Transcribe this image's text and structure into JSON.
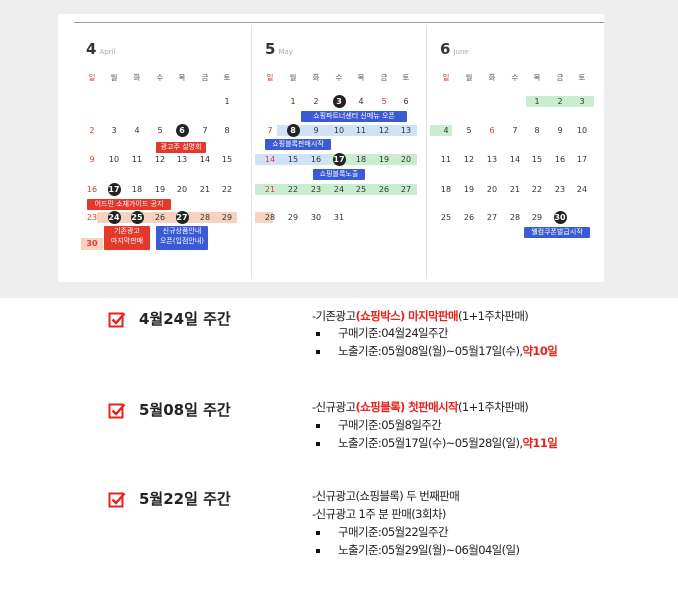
{
  "calendar": {
    "april": {
      "num": "4",
      "name": "April",
      "weekdays": [
        "일",
        "월",
        "화",
        "수",
        "목",
        "금",
        "토"
      ],
      "days": [
        "1",
        "2",
        "3",
        "4",
        "5",
        "6",
        "7",
        "8",
        "9",
        "10",
        "11",
        "12",
        "13",
        "14",
        "15",
        "16",
        "17",
        "18",
        "19",
        "20",
        "21",
        "22",
        "23",
        "24",
        "25",
        "26",
        "27",
        "28",
        "29",
        "30"
      ],
      "events": [
        "광고주 설명회",
        "어드민 소재가이드 공지",
        "기존광고\n마지막판매",
        "신규상품안내\n오픈(입점안내)"
      ]
    },
    "may": {
      "num": "5",
      "name": "May",
      "weekdays": [
        "일",
        "월",
        "화",
        "수",
        "목",
        "금",
        "토"
      ],
      "days": [
        "1",
        "2",
        "3",
        "4",
        "5",
        "6",
        "7",
        "8",
        "9",
        "10",
        "11",
        "12",
        "13",
        "14",
        "15",
        "16",
        "17",
        "18",
        "19",
        "20",
        "21",
        "22",
        "23",
        "24",
        "25",
        "26",
        "27",
        "28",
        "29",
        "30",
        "31"
      ],
      "events": [
        "쇼핑파트너센터 신메뉴 오픈",
        "쇼핑블록판매시작",
        "쇼핑블록노출"
      ]
    },
    "june": {
      "num": "6",
      "name": "June",
      "weekdays": [
        "일",
        "월",
        "화",
        "수",
        "목",
        "금",
        "토"
      ],
      "days": [
        "1",
        "2",
        "3",
        "4",
        "5",
        "6",
        "7",
        "8",
        "9",
        "10",
        "11",
        "12",
        "13",
        "14",
        "15",
        "16",
        "17",
        "18",
        "19",
        "20",
        "21",
        "22",
        "23",
        "24",
        "25",
        "26",
        "27",
        "28",
        "29",
        "30"
      ],
      "events": [
        "웰컴쿠폰발급시작"
      ]
    }
  },
  "notes": [
    {
      "title": "4월24일 주간",
      "lines": [
        {
          "pre": "-기존광고",
          "red": "(쇼핑박스) 마지막판매",
          "post": "(1+1주차판매)"
        },
        {
          "pre": "구매기준:04월24일주간",
          "red": "",
          "post": ""
        },
        {
          "pre": "노출기준:05월08일(월)~05월17일(수),",
          "red": "약10일",
          "post": ""
        }
      ]
    },
    {
      "title": "5월08일 주간",
      "lines": [
        {
          "pre": "-신규광고",
          "red": "(쇼핑블록) 첫판매시작",
          "post": "(1+1주차판매)"
        },
        {
          "pre": "구매기준:05월8일주간",
          "red": "",
          "post": ""
        },
        {
          "pre": "노출기준:05월17일(수)~05월28일(일),",
          "red": "약11일",
          "post": ""
        }
      ]
    },
    {
      "title": "5월22일 주간",
      "lines": [
        {
          "pre": "-신규광고(쇼핑블록) 두 번째판매",
          "red": "",
          "post": ""
        },
        {
          "pre": "-신규광고 1주 분 판매(3회차)",
          "red": "",
          "post": ""
        },
        {
          "pre": "구매기준:05월22일주간",
          "red": "",
          "post": ""
        },
        {
          "pre": "노출기준:05월29일(월)~06월04일(일)",
          "red": "",
          "post": ""
        }
      ]
    }
  ],
  "colors": {
    "accent_red": "#e8221b",
    "event_blue": "#3b5bd6",
    "event_red": "#e3382a",
    "highlight_green": "#c9edcf",
    "highlight_blue": "#cfe2f8",
    "highlight_peach": "#f6d2c0"
  }
}
